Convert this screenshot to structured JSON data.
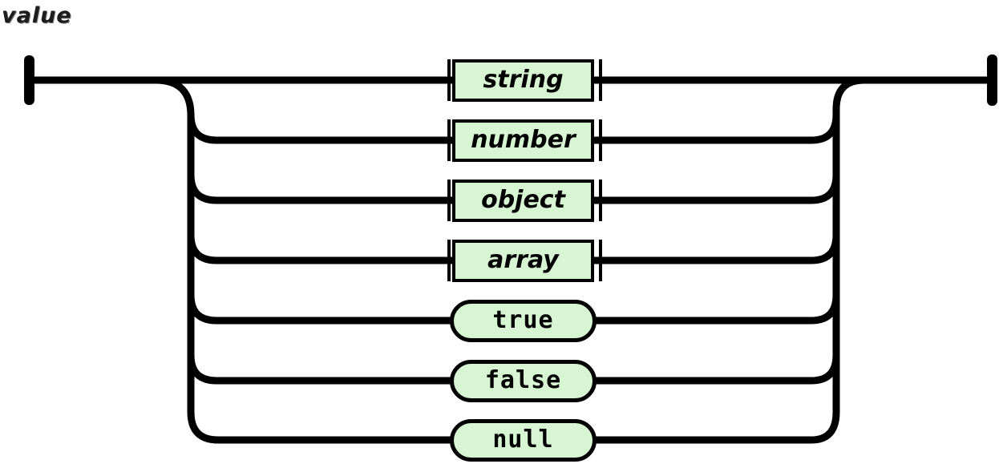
{
  "title": "value",
  "colors": {
    "ink": "#000000",
    "node_fill": "#d7f5d3",
    "background": "#ffffff"
  },
  "diagram": {
    "type": "railroad-syntax-diagram",
    "rule_name": "value",
    "nodes": [
      {
        "label": "string",
        "shape": "rect",
        "kind": "nonterminal"
      },
      {
        "label": "number",
        "shape": "rect",
        "kind": "nonterminal"
      },
      {
        "label": "object",
        "shape": "rect",
        "kind": "nonterminal"
      },
      {
        "label": "array",
        "shape": "rect",
        "kind": "nonterminal"
      },
      {
        "label": "true",
        "shape": "pill",
        "kind": "terminal"
      },
      {
        "label": "false",
        "shape": "pill",
        "kind": "terminal"
      },
      {
        "label": "null",
        "shape": "pill",
        "kind": "terminal"
      }
    ]
  }
}
